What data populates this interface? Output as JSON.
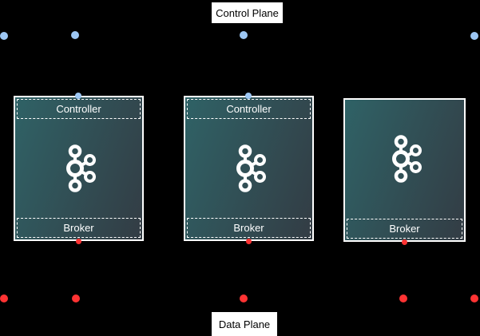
{
  "diagram_title": "Kafka KRaft control/data plane diagram",
  "labels": {
    "control_plane": "Control Plane",
    "data_plane": "Data Plane"
  },
  "nodes": [
    {
      "controller_label": "Controller",
      "broker_label": "Broker",
      "has_controller": true
    },
    {
      "controller_label": "Controller",
      "broker_label": "Broker",
      "has_controller": true
    },
    {
      "broker_label": "Broker",
      "has_controller": false
    }
  ],
  "icons": {
    "node_logo": "kafka-logo",
    "top_points": "blue connection dots",
    "bottom_points": "red connection dots"
  },
  "colors": {
    "blue_dot": "#9dc7f4",
    "red_dot": "#ff3333",
    "gradient_start": "#2f6266",
    "gradient_end": "#333c44",
    "node_border": "#ffffff",
    "bg": "#000000"
  }
}
